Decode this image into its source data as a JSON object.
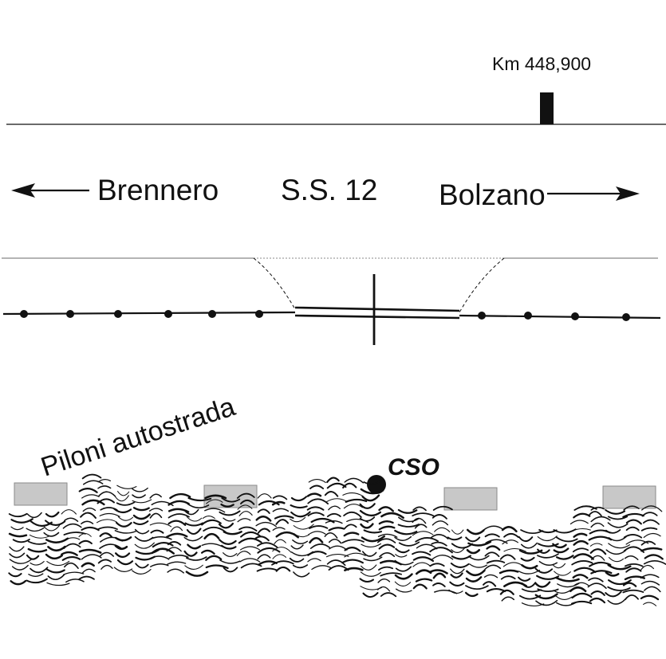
{
  "labels": {
    "km_marker": "Km 448,900",
    "left_direction": "Brennero",
    "road_name": "S.S. 12",
    "right_direction": "Bolzano",
    "pylons": "Piloni autostrada",
    "station": "CSO"
  },
  "colors": {
    "ink": "#111111",
    "pylon_fill": "#c8c8c8",
    "pylon_stroke": "#8a8a8a"
  }
}
